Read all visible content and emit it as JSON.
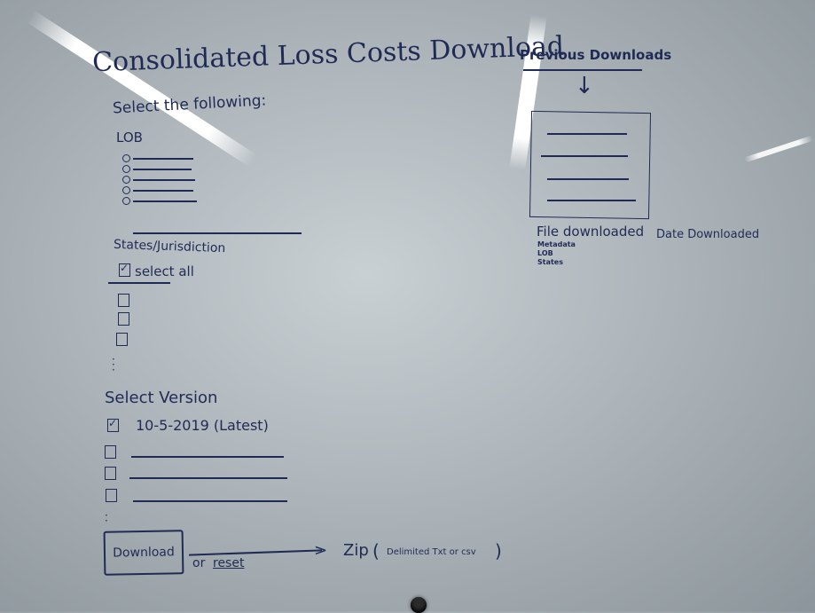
{
  "title": "Consolidated Loss Costs Download",
  "instructions": "Select the following:",
  "lob": {
    "label": "LOB",
    "options_count_visible": 5
  },
  "states": {
    "label": "States/Jurisdiction",
    "select_all_label": "select all"
  },
  "version": {
    "label": "Select Version",
    "latest": "10-5-2019 (Latest)"
  },
  "actions": {
    "download_label": "Download",
    "or_text": "or",
    "reset_label": "reset",
    "zip_label": "Zip",
    "zip_detail": "Delimited Txt or csv"
  },
  "previous": {
    "title": "Previous Downloads",
    "file_label": "File downloaded",
    "date_label": "Date Downloaded",
    "metadata": "Metadata\nLOB\nStates"
  },
  "colors": {
    "ink": "#1f2b55",
    "board": "#b8c0c4",
    "glare": "#ffffff"
  }
}
